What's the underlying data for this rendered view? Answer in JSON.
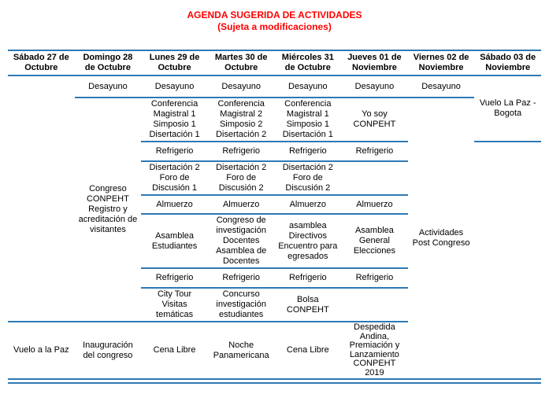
{
  "title": "AGENDA SUGERIDA DE ACTIVIDADES",
  "subtitle": "(Sujeta a modificaciones)",
  "colors": {
    "title_red": "#FF0000",
    "table_rule_blue": "#2E79B5"
  },
  "columns": [
    "Sábado 27 de\nOctubre",
    "Domingo 28\nde Octubre",
    "Lunes 29 de\nOctubre",
    "Martes 30 de\nOctubre",
    "Miércoles 31\nde Octubre",
    "Jueves 01 de\nNoviembre",
    "Viernes 02 de\nNoviembre",
    "Sábado 03 de\nNoviembre"
  ],
  "cells": {
    "sat27": {
      "flight": "Vuelo a la Paz"
    },
    "sun28": {
      "breakfast": "Desayuno",
      "congress": "Congreso\nCONPEHT\nRegistro y\nacreditación de\nvisitantes",
      "opening": "Inauguración\ndel congreso"
    },
    "mon29": {
      "breakfast": "Desayuno",
      "conference": "Conferencia\nMagistral 1\nSimposio 1\nDisertación 1",
      "break1": "Refrigerio",
      "forum": "Disertación 2\nForo de\nDiscusión 1",
      "lunch": "Almuerzo",
      "assembly": "Asamblea\nEstudiantes",
      "break2": "Refrigerio",
      "tour": "City Tour\nVisitas\ntemáticas",
      "dinner": "Cena Libre"
    },
    "tue30": {
      "breakfast": "Desayuno",
      "conference": "Conferencia\nMagistral 2\nSimposio 2\nDisertación 2",
      "break1": "Refrigerio",
      "forum": "Disertación 2\nForo de\nDiscusión 2",
      "lunch": "Almuerzo",
      "assembly": "Congreso de\ninvestigación\nDocentes\nAsamblea de\nDocentes",
      "break2": "Refrigerio",
      "contest": "Concurso\ninvestigación\nestudiantes",
      "dinner": "Noche\nPanamericana"
    },
    "wed31": {
      "breakfast": "Desayuno",
      "conference": "Conferencia\nMagistral 1\nSimposio 1\nDisertación 1",
      "break1": "Refrigerio",
      "forum": "Disertación 2\nForo de\nDiscusión 2",
      "lunch": "Almuerzo",
      "assembly": "asamblea\nDirectivos\nEncuentro para\negresados",
      "break2": "Refrigerio",
      "bolsa": "Bolsa\nCONPEHT",
      "dinner": "Cena Libre"
    },
    "thu01": {
      "breakfast": "Desayuno",
      "yosoy": "Yo soy\nCONPEHT",
      "break1": "Refrigerio",
      "lunch": "Almuerzo",
      "assembly": "Asamblea\nGeneral\nElecciones",
      "break2": "Refrigerio",
      "farewell": "Despedida\nAndina,\nPremiación y\nLanzamiento\nCONPEHT\n2019"
    },
    "fri02": {
      "breakfast": "Desayuno",
      "post": "Actividades\nPost Congreso"
    },
    "sat03": {
      "flight": "Vuelo La Paz -\nBogota"
    }
  }
}
